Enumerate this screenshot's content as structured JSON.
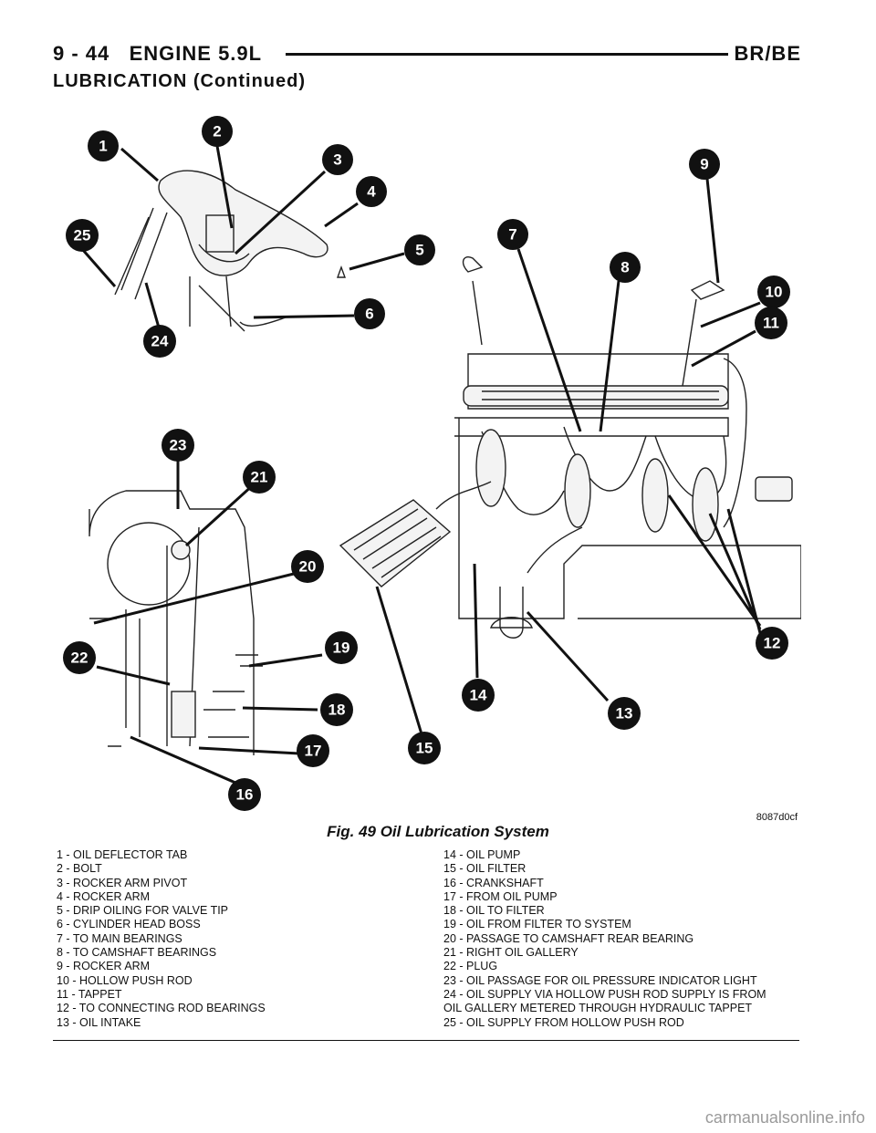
{
  "header": {
    "page_ref": "9 - 44",
    "section": "ENGINE 5.9L",
    "model": "BR/BE",
    "subtitle": "LUBRICATION (Continued)"
  },
  "figure": {
    "caption": "Fig. 49 Oil Lubrication System",
    "code": "8087d0cf",
    "callouts": [
      "1",
      "2",
      "3",
      "4",
      "5",
      "6",
      "7",
      "8",
      "9",
      "10",
      "11",
      "12",
      "13",
      "14",
      "15",
      "16",
      "17",
      "18",
      "19",
      "20",
      "21",
      "22",
      "23",
      "24",
      "25"
    ]
  },
  "legend": {
    "left": [
      "1 - OIL DEFLECTOR TAB",
      "2 - BOLT",
      "3 - ROCKER ARM PIVOT",
      "4 - ROCKER ARM",
      "5 - DRIP OILING FOR VALVE TIP",
      "6 - CYLINDER HEAD BOSS",
      "7 - TO MAIN BEARINGS",
      "8 - TO CAMSHAFT BEARINGS",
      "9 - ROCKER ARM",
      "10 - HOLLOW PUSH ROD",
      "11 - TAPPET",
      "12 - TO CONNECTING ROD BEARINGS",
      "13 - OIL INTAKE"
    ],
    "right": [
      "14 - OIL PUMP",
      "15 - OIL FILTER",
      "16 - CRANKSHAFT",
      "17 - FROM OIL PUMP",
      "18 - OIL TO FILTER",
      "19 - OIL FROM FILTER TO SYSTEM",
      "20 - PASSAGE TO CAMSHAFT REAR BEARING",
      "21 - RIGHT OIL GALLERY",
      "22 - PLUG",
      "23 - OIL PASSAGE FOR OIL PRESSURE INDICATOR LIGHT",
      "24 - OIL SUPPLY VIA HOLLOW PUSH ROD SUPPLY IS FROM\nOIL GALLERY METERED THROUGH HYDRAULIC TAPPET",
      "25 - OIL SUPPLY FROM HOLLOW PUSH ROD"
    ]
  },
  "watermark": "carmanualsonline.info"
}
